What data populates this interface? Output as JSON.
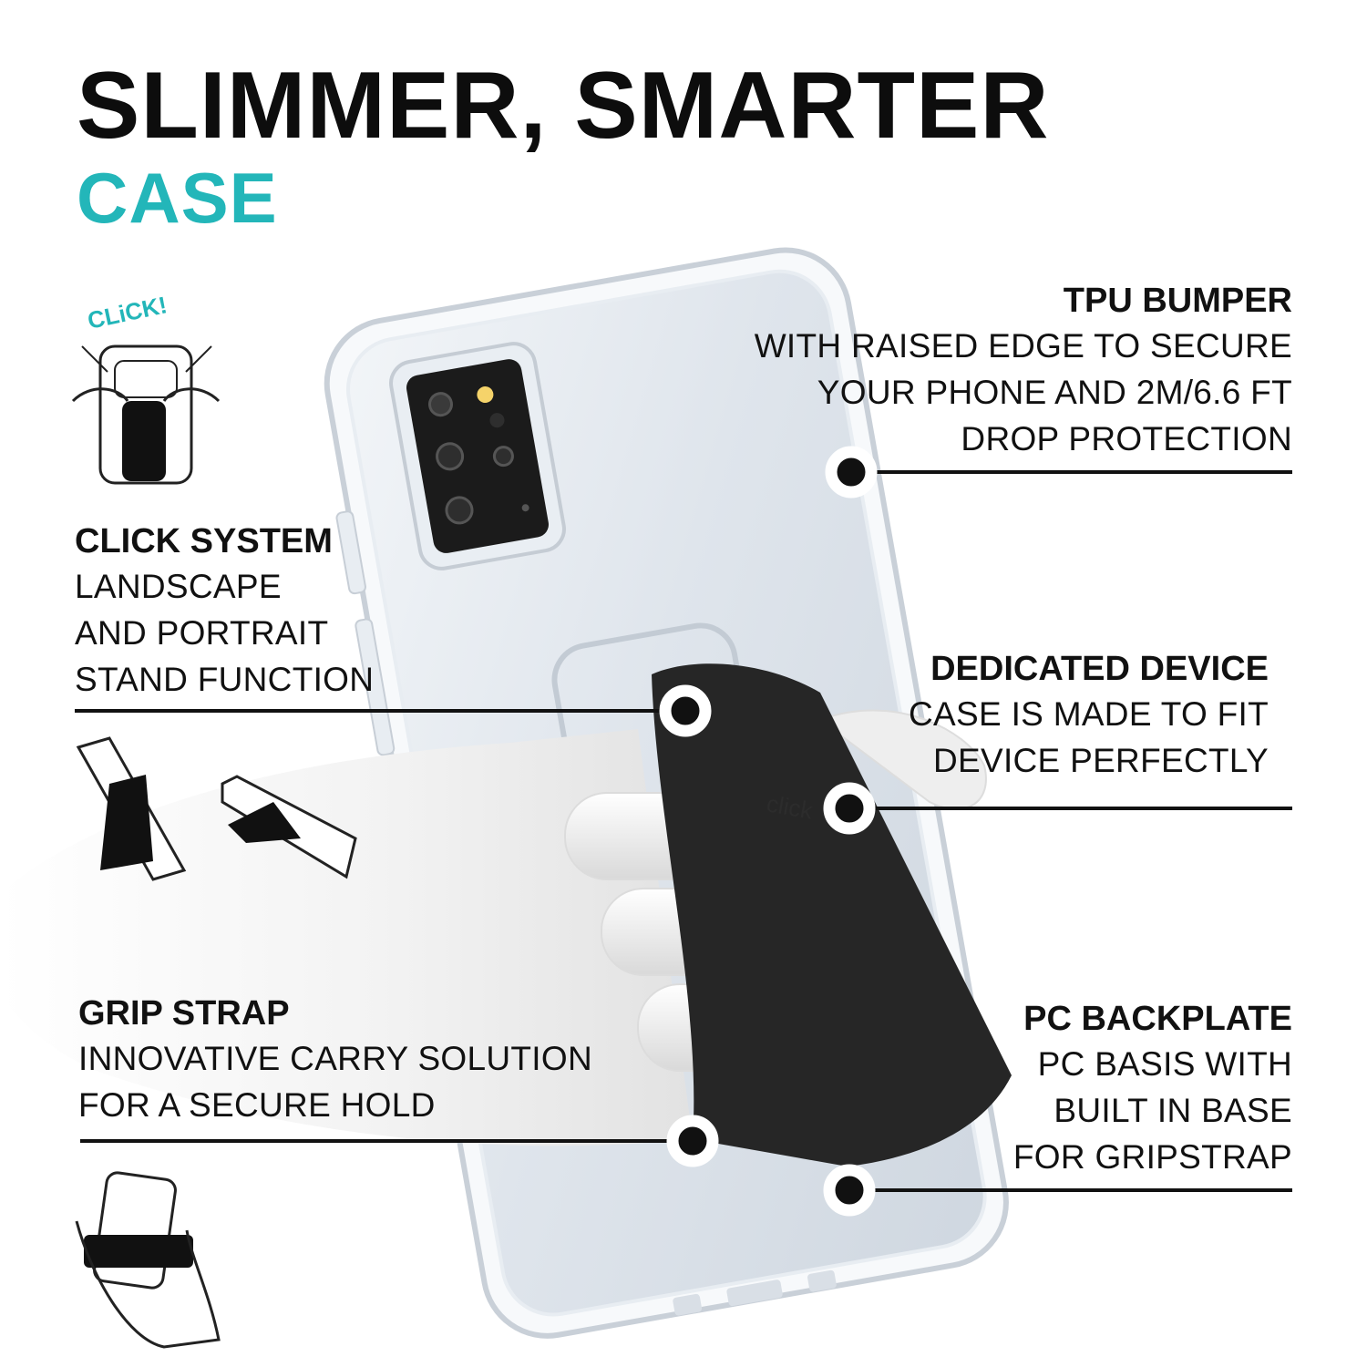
{
  "headline": {
    "line1": "SLIMMER, SMARTER",
    "line2": "CASE"
  },
  "colors": {
    "accent": "#23b6b9",
    "text": "#111111",
    "strap": "#262626"
  },
  "icons": {
    "click_label": "CLiCK!",
    "strap_logo": "click"
  },
  "features": {
    "tpu": {
      "title": "TPU BUMPER",
      "lines": [
        "WITH RAISED EDGE TO SECURE",
        "YOUR PHONE AND 2M/6.6 FT",
        "DROP PROTECTION"
      ]
    },
    "click": {
      "title": "CLICK SYSTEM",
      "lines": [
        "LANDSCAPE",
        "AND PORTRAIT",
        "STAND FUNCTION"
      ]
    },
    "dedicated": {
      "title": "DEDICATED DEVICE",
      "lines": [
        "CASE IS MADE TO FIT",
        "DEVICE PERFECTLY"
      ]
    },
    "grip": {
      "title": "GRIP STRAP",
      "lines": [
        "INNOVATIVE CARRY SOLUTION",
        "FOR A SECURE HOLD"
      ]
    },
    "pc": {
      "title": "PC BACKPLATE",
      "lines": [
        "PC BASIS WITH",
        "BUILT IN BASE",
        "FOR GRIPSTRAP"
      ]
    }
  }
}
